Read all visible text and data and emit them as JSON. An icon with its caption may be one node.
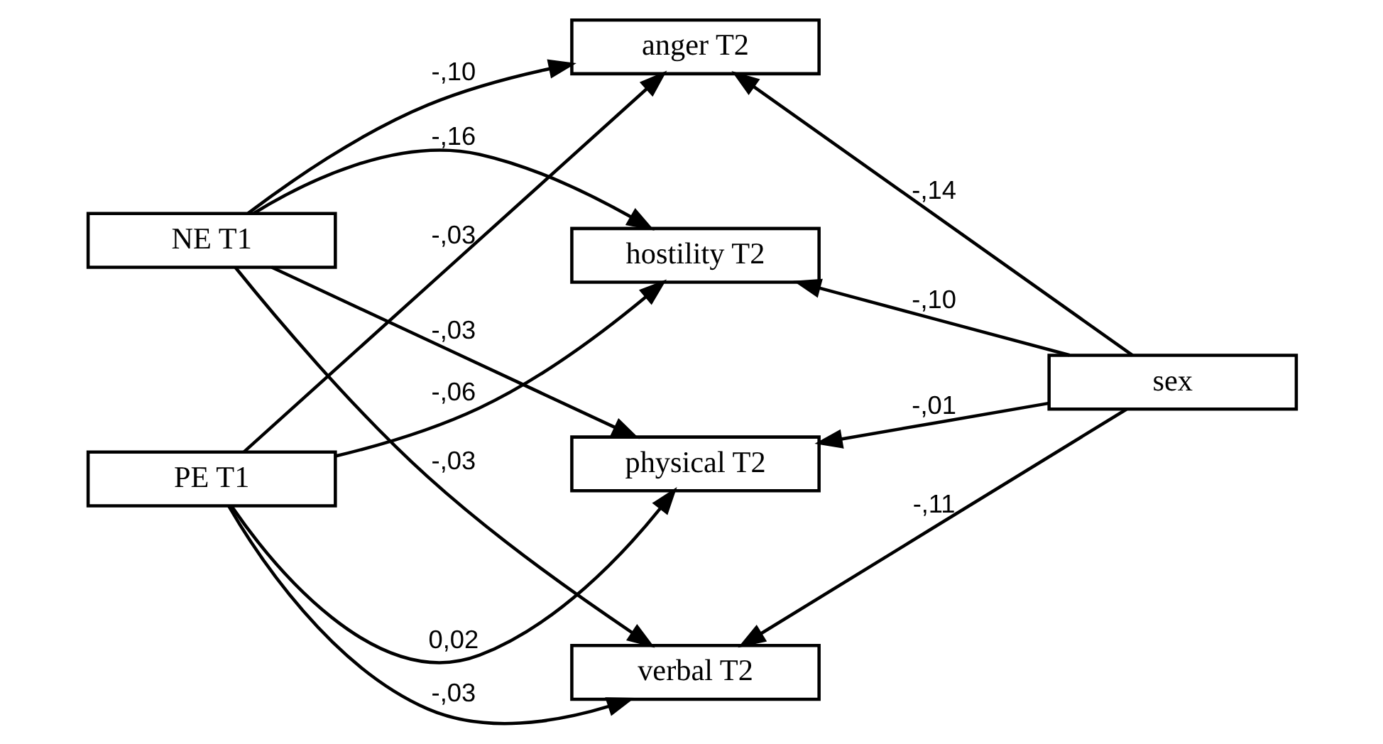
{
  "diagram": {
    "nodes": [
      {
        "text": [
          "NE T1"
        ]
      },
      {
        "text": [
          "PE T1"
        ]
      },
      {
        "text": [
          "anger T2"
        ]
      },
      {
        "text": [
          "hostility T2"
        ]
      },
      {
        "text": [
          "physical T2"
        ]
      },
      {
        "text": [
          "verbal T2"
        ]
      },
      {
        "text": [
          "sex"
        ]
      }
    ],
    "edges": [
      {
        "from": 0,
        "to": 2,
        "arrow": "to",
        "label": "-,10"
      },
      {
        "from": 0,
        "to": 3,
        "arrow": "to",
        "label": "-,16"
      },
      {
        "from": 0,
        "to": 4,
        "arrow": "to",
        "label": "-,03"
      },
      {
        "from": 0,
        "to": 5,
        "arrow": "to",
        "label": "-,03"
      },
      {
        "from": 1,
        "to": 2,
        "arrow": "to",
        "label": "-,03"
      },
      {
        "from": 1,
        "to": 3,
        "arrow": "to",
        "label": "-,06"
      },
      {
        "from": 1,
        "to": 4,
        "arrow": "to",
        "label": "0,02"
      },
      {
        "from": 1,
        "to": 5,
        "arrow": "to",
        "label": "-,03"
      },
      {
        "from": 6,
        "to": 2,
        "arrow": "to",
        "label": "-,14"
      },
      {
        "from": 6,
        "to": 3,
        "arrow": "to",
        "label": "-,10"
      },
      {
        "from": 6,
        "to": 4,
        "arrow": "to",
        "label": "-,01"
      },
      {
        "from": 6,
        "to": 5,
        "arrow": "to",
        "label": "-,11"
      }
    ]
  }
}
